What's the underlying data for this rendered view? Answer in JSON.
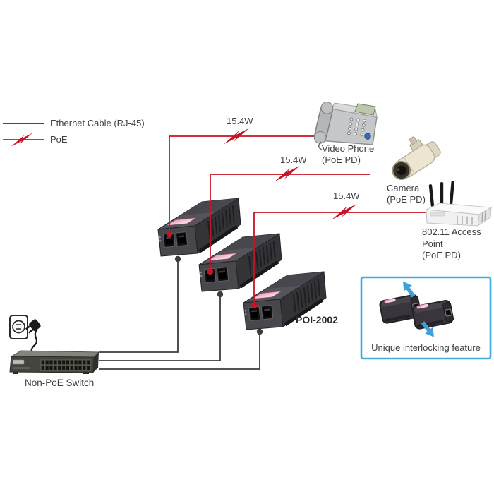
{
  "legend": {
    "ethernet_label": "Ethernet Cable (RJ-45)",
    "poe_label": "PoE"
  },
  "power_labels": {
    "w1": "15.4W",
    "w2": "15.4W",
    "w3": "15.4W"
  },
  "devices": {
    "video_phone_name": "Video Phone",
    "video_phone_type": "(PoE PD)",
    "camera_name": "Camera",
    "camera_type": "(PoE PD)",
    "access_point_name": "802.11 Access Point",
    "access_point_type": "(PoE PD)",
    "switch_name": "Non-PoE Switch",
    "injector_model": "POI-2002"
  },
  "inset": {
    "caption": "Unique interlocking feature"
  },
  "colors": {
    "poe_line": "#c61426",
    "ethernet_line": "#3d3d3d",
    "inset_border": "#45a9d9",
    "inset_arrow": "#3da0d8",
    "injector_label_pink": "#f2a8bf"
  }
}
